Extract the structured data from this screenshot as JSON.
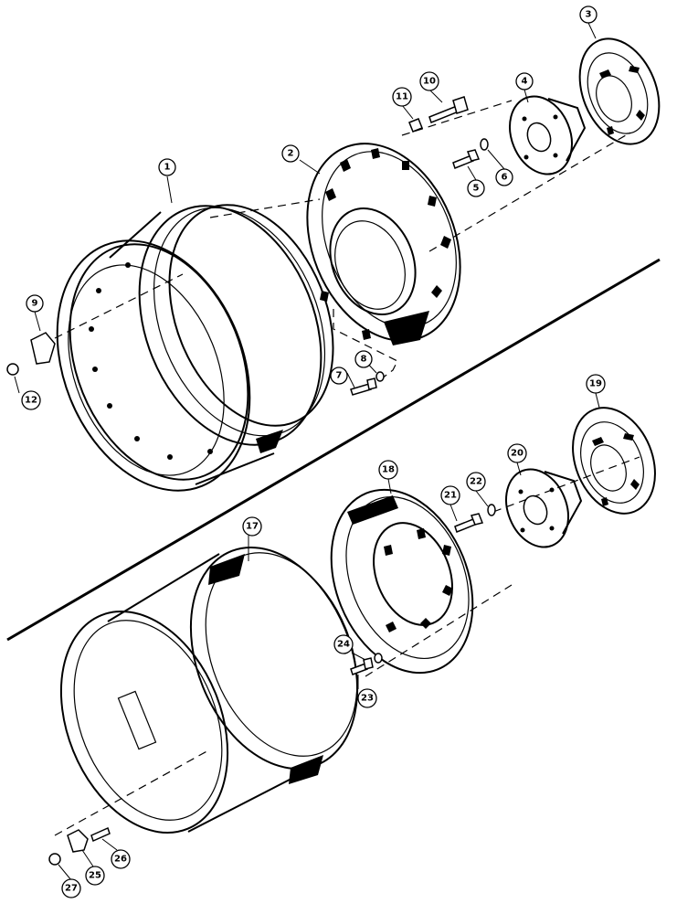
{
  "callouts": {
    "c1": "1",
    "c2": "2",
    "c3": "3",
    "c4": "4",
    "c5": "5",
    "c6": "6",
    "c7": "7",
    "c8": "8",
    "c9": "9",
    "c10": "10",
    "c11": "11",
    "c12": "12",
    "c17": "17",
    "c18": "18",
    "c19": "19",
    "c20": "20",
    "c21": "21",
    "c22": "22",
    "c23": "23",
    "c24": "24",
    "c25": "25",
    "c26": "26",
    "c27": "27"
  }
}
